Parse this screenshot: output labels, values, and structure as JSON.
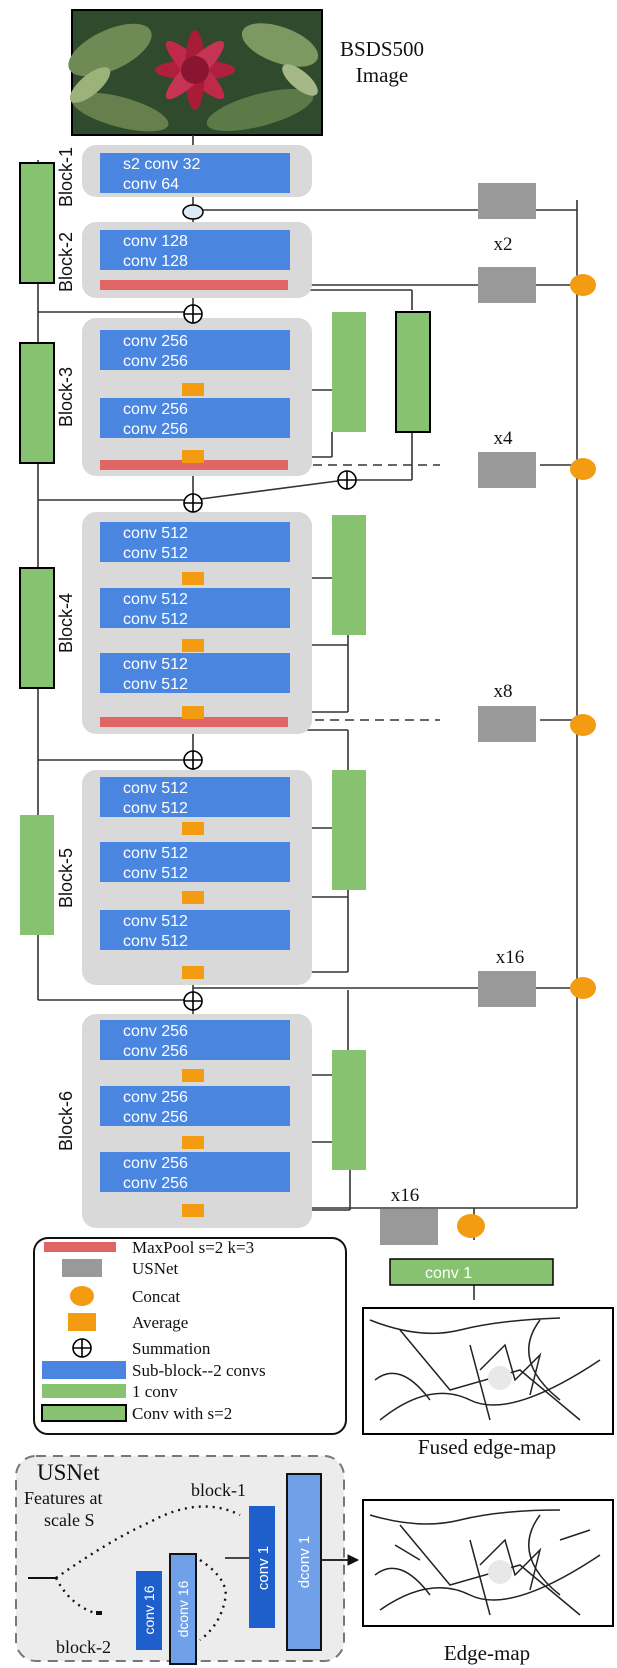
{
  "input": {
    "title_line1": "BSDS500",
    "title_line2": "Image"
  },
  "blocks": [
    {
      "label": "Block-1",
      "convs": [
        [
          "s2 conv 32",
          "conv 64"
        ]
      ]
    },
    {
      "label": "Block-2",
      "convs": [
        [
          "conv 128",
          "conv 128"
        ]
      ]
    },
    {
      "label": "Block-3",
      "convs": [
        [
          "conv 256",
          "conv 256"
        ],
        [
          "conv 256",
          "conv 256"
        ]
      ]
    },
    {
      "label": "Block-4",
      "convs": [
        [
          "conv 512",
          "conv 512"
        ],
        [
          "conv 512",
          "conv 512"
        ],
        [
          "conv 512",
          "conv 512"
        ]
      ]
    },
    {
      "label": "Block-5",
      "convs": [
        [
          "conv 512",
          "conv 512"
        ],
        [
          "conv 512",
          "conv 512"
        ],
        [
          "conv 512",
          "conv 512"
        ]
      ]
    },
    {
      "label": "Block-6",
      "convs": [
        [
          "conv 256",
          "conv 256"
        ],
        [
          "conv 256",
          "conv 256"
        ],
        [
          "conv 256",
          "conv 256"
        ]
      ]
    }
  ],
  "scales": [
    "x2",
    "x4",
    "x8",
    "x16",
    "x16"
  ],
  "fuse_conv": "conv 1",
  "fused_label": "Fused edge-map",
  "edge_label": "Edge-map",
  "legend": [
    {
      "shape": "maxpool",
      "text": "MaxPool s=2 k=3"
    },
    {
      "shape": "usnet",
      "text": "USNet"
    },
    {
      "shape": "concat",
      "text": "Concat"
    },
    {
      "shape": "average",
      "text": "Average"
    },
    {
      "shape": "sum",
      "text": "Summation"
    },
    {
      "shape": "subblock",
      "text": "Sub-block--2 convs"
    },
    {
      "shape": "conv1",
      "text": "1 conv"
    },
    {
      "shape": "convs2",
      "text": "Conv with s=2"
    }
  ],
  "usnet": {
    "title": "USNet",
    "features_line1": "Features at",
    "features_line2": "scale S",
    "block1": "block-1",
    "block2": "block-2",
    "conv1": "conv 1",
    "dconv1": "dconv 1",
    "conv16": "conv 16",
    "dconv16": "dconv 16"
  },
  "colors": {
    "conv_blue": "#4a86e0",
    "block_gray": "#d9d9d9",
    "green": "#86c26f",
    "maxpool_red": "#e06666",
    "usnet_gray": "#999999",
    "orange": "#f39c12",
    "sum_fill": "#dbeaf7"
  }
}
